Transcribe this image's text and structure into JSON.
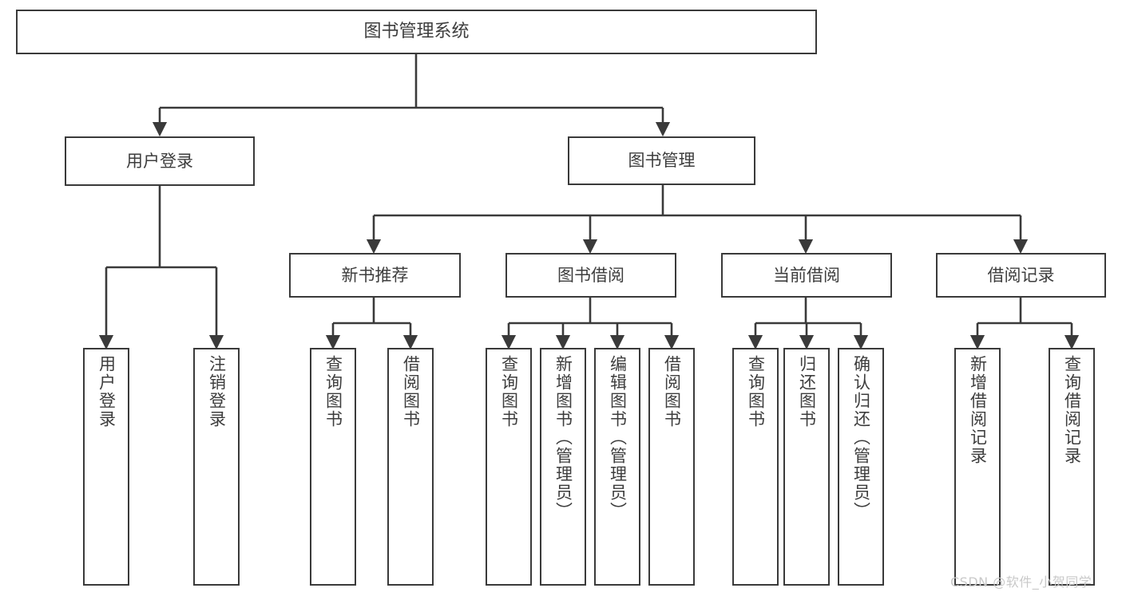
{
  "diagram": {
    "title": "图书管理系统",
    "root": {
      "label": "图书管理系统"
    },
    "level1": [
      {
        "label": "用户登录"
      },
      {
        "label": "图书管理"
      }
    ],
    "level2": [
      {
        "label": "新书推荐"
      },
      {
        "label": "图书借阅"
      },
      {
        "label": "当前借阅"
      },
      {
        "label": "借阅记录"
      }
    ],
    "leaves": {
      "user_login": [
        {
          "label": "用户登录"
        },
        {
          "label": "注销登录"
        }
      ],
      "new_book_recommend": [
        {
          "label": "查询图书"
        },
        {
          "label": "借阅图书"
        }
      ],
      "book_borrow": [
        {
          "label": "查询图书"
        },
        {
          "label": "新增图书（管理员）"
        },
        {
          "label": "编辑图书（管理员）"
        },
        {
          "label": "借阅图书"
        }
      ],
      "current_borrow": [
        {
          "label": "查询图书"
        },
        {
          "label": "归还图书"
        },
        {
          "label": "确认归还（管理员）"
        }
      ],
      "borrow_record": [
        {
          "label": "新增借阅记录"
        },
        {
          "label": "查询借阅记录"
        }
      ]
    }
  },
  "watermark": {
    "text": "CSDN @软件_小贺同学"
  },
  "colors": {
    "stroke": "#3a3a3a",
    "text": "#3d3d3d",
    "background": "#ffffff",
    "watermark": "#c9c9c9"
  }
}
